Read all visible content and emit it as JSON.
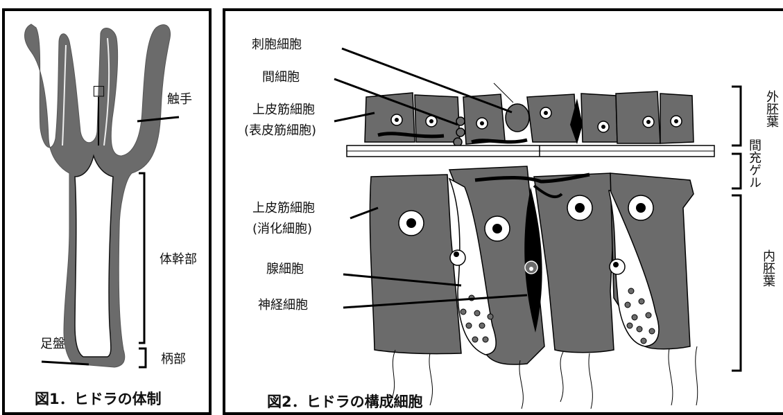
{
  "figure1": {
    "caption": "図1．ヒドラの体制",
    "labels": {
      "mouth": "□",
      "tentacle": "触手",
      "trunk": "体幹部",
      "peduncle": "柄部",
      "basal_disc": "足盤"
    }
  },
  "figure2": {
    "caption": "図2．ヒドラの構成細胞",
    "labels": {
      "nematocyte": "刺胞細胞",
      "interstitial": "間細胞",
      "epi_muscle": "上皮筋細胞",
      "epi_muscle_note": "(表皮筋細胞)",
      "endo_muscle": "上皮筋細胞",
      "endo_muscle_note": "(消化細胞)",
      "gland": "腺細胞",
      "nerve": "神経細胞"
    },
    "layers": {
      "ectoderm": "外胚葉",
      "mesoglea": "間充ゲル",
      "endoderm": "内胚葉"
    }
  },
  "colors": {
    "cell": "#6b6b6b",
    "outline": "#000000",
    "background": "#ffffff"
  }
}
